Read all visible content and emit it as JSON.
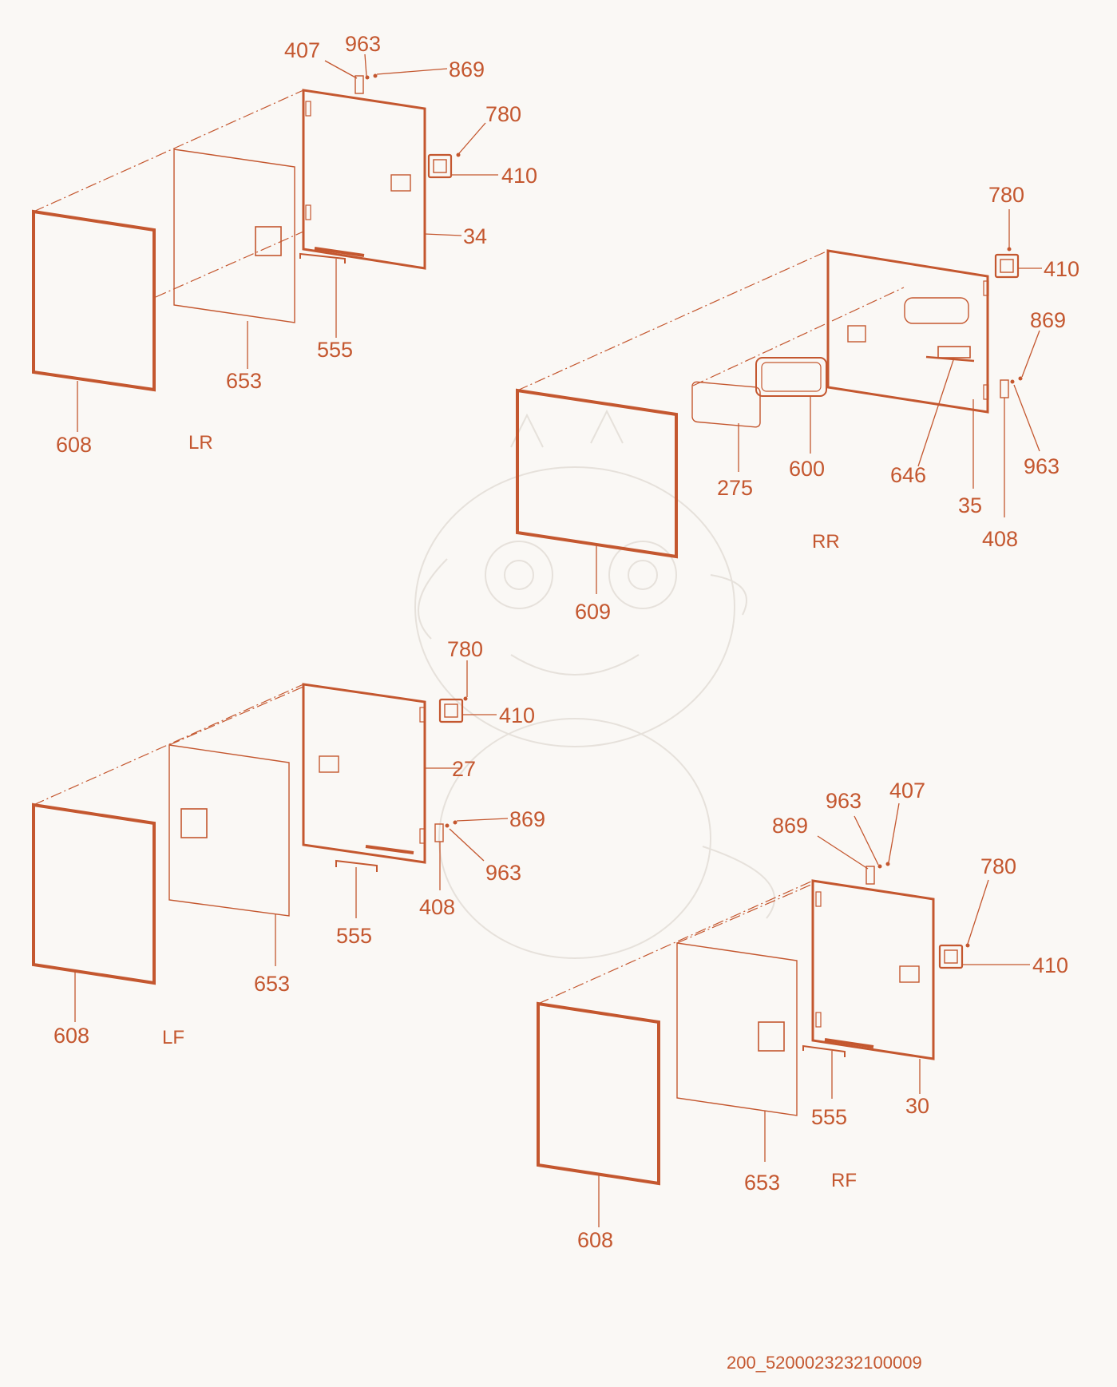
{
  "diagram": {
    "accent_color": "#c4572f",
    "background_color": "#faf8f5",
    "watermark": "cartoon-dragon-sketch",
    "document_id": "200_5200023232100009",
    "views": [
      {
        "name": "LR",
        "callouts": [
          "407",
          "963",
          "869",
          "780",
          "410",
          "34",
          "555",
          "653",
          "608"
        ]
      },
      {
        "name": "RR",
        "callouts": [
          "780",
          "410",
          "869",
          "963",
          "408",
          "35",
          "646",
          "600",
          "275",
          "609"
        ]
      },
      {
        "name": "LF",
        "callouts": [
          "780",
          "410",
          "27",
          "869",
          "963",
          "408",
          "555",
          "653",
          "608"
        ]
      },
      {
        "name": "RF",
        "callouts": [
          "963",
          "869",
          "407",
          "780",
          "410",
          "30",
          "555",
          "653",
          "608"
        ]
      }
    ]
  }
}
